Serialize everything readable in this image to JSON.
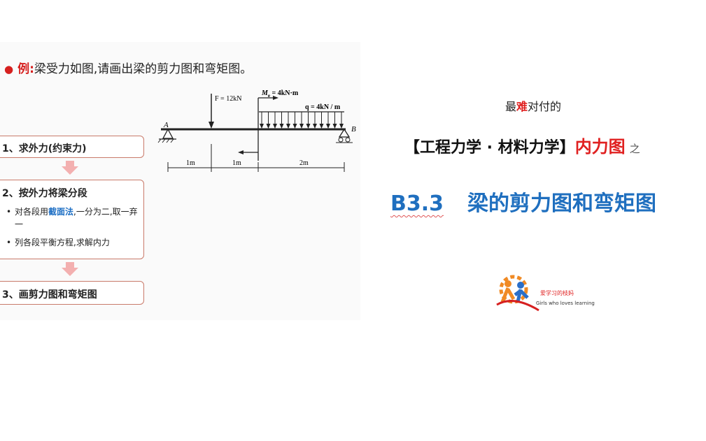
{
  "example": {
    "bullet": "●",
    "label": "例:",
    "text": "梁受力如图,请画出梁的剪力图和弯矩图。"
  },
  "steps": [
    {
      "title": "1、求外力(约束力)"
    },
    {
      "title": "2、按外力将梁分段",
      "bullets": [
        {
          "pre": "对各段用",
          "highlight": "截面法",
          "post": ",一分为二,取一弃一"
        },
        {
          "pre": "列各段平衡方程,求解内力",
          "highlight": "",
          "post": ""
        }
      ]
    },
    {
      "title": "3、画剪力图和弯矩图"
    }
  ],
  "diagram": {
    "force": "F = 12kN",
    "moment": "Me = 4kN·m",
    "moment_symbol": "M",
    "moment_sub": "e",
    "moment_rest": " = 4kN·m",
    "load": "q = 4kN / m",
    "support_a": "A",
    "support_b": "B",
    "dims": [
      "1m",
      "1m",
      "2m"
    ]
  },
  "title": {
    "sub_pre": "最",
    "sub_hl": "难",
    "sub_post": "对付的",
    "mid_pre": "【工程力学 · 材料力学】",
    "mid_hl": "内力图",
    "mid_post": "之",
    "code": "B3.3",
    "main": "梁的剪力图和弯矩图"
  },
  "logo": {
    "cn": "爱学习的枝妈",
    "en": "Girls who loves learning"
  },
  "colors": {
    "accent_red": "#e02020",
    "accent_blue": "#1f6fbf",
    "arrow_pink": "#f3b0b0"
  }
}
